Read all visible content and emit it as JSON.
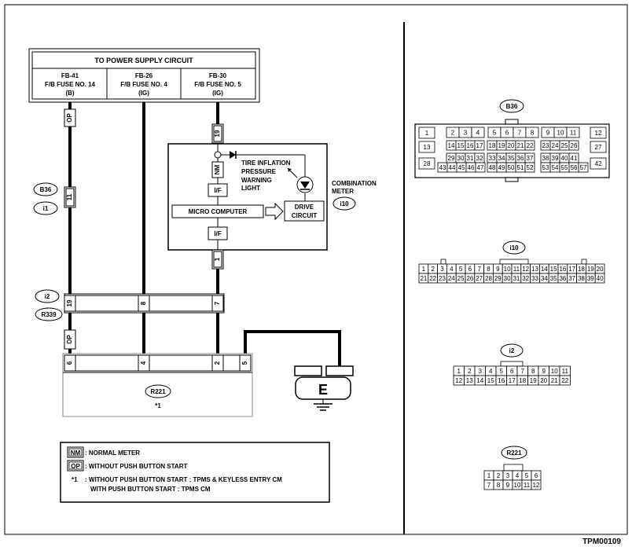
{
  "power": {
    "title": "TO POWER SUPPLY CIRCUIT",
    "fuse1": [
      "FB-41",
      "F/B FUSE NO. 14",
      "(B)"
    ],
    "fuse2": [
      "FB-26",
      "F/B FUSE NO. 4",
      "(IG)"
    ],
    "fuse3": [
      "FB-30",
      "F/B FUSE NO. 5",
      "(IG)"
    ]
  },
  "meter": {
    "title": [
      "COMBINATION",
      "METER"
    ],
    "connector": "i10",
    "light": [
      "TIRE INFLATION",
      "PRESSURE",
      "WARNING",
      "LIGHT"
    ],
    "nm": "NM",
    "if": "I/F",
    "micro": "MICRO COMPUTER",
    "drive": [
      "DRIVE",
      "CIRCUIT"
    ],
    "pin_in": "19",
    "pin_out": "1"
  },
  "wires": {
    "op": "OP",
    "b36": "B36",
    "i1": "i1",
    "b36_pin": "11",
    "i2": "i2",
    "r339": "R339",
    "i2_pins": [
      "19",
      "8",
      "7"
    ],
    "r221_pins": [
      "6",
      "4",
      "2",
      "5"
    ]
  },
  "r221": {
    "label": "R221",
    "note": "*1"
  },
  "ground": {
    "label": "E"
  },
  "legend": {
    "nm_code": "NM",
    "nm_text": ": NORMAL METER",
    "op_code": "OP",
    "op_text": ": WITHOUT PUSH BUTTON START",
    "star": "*1",
    "line1": ": WITHOUT PUSH BUTTON START  : TPMS & KEYLESS ENTRY CM",
    "line2": "WITH PUSH BUTTON START  : TPMS CM"
  },
  "connectors": {
    "b36": {
      "label": "B36",
      "side_left": [
        "1",
        "13",
        "28"
      ],
      "side_right": [
        "12",
        "27",
        "42"
      ],
      "top": [
        "2",
        "3",
        "4",
        "5",
        "6",
        "7",
        "8",
        "9",
        "10",
        "11"
      ],
      "row2": [
        "14",
        "15",
        "16",
        "17",
        "18",
        "19",
        "20",
        "21",
        "22",
        "23",
        "24",
        "25",
        "26"
      ],
      "row3": [
        "29",
        "30",
        "31",
        "32",
        "33",
        "34",
        "35",
        "36",
        "37",
        "38",
        "39",
        "40",
        "41"
      ],
      "row4": [
        "43",
        "44",
        "45",
        "46",
        "47",
        "48",
        "49",
        "50",
        "51",
        "52",
        "53",
        "54",
        "55",
        "56",
        "57"
      ]
    },
    "i10": {
      "label": "i10",
      "row1": [
        "1",
        "2",
        "3",
        "4",
        "5",
        "6",
        "7",
        "8",
        "9",
        "10",
        "11",
        "12",
        "13",
        "14",
        "15",
        "16",
        "17",
        "18",
        "19",
        "20"
      ],
      "row2": [
        "21",
        "22",
        "23",
        "24",
        "25",
        "26",
        "27",
        "28",
        "29",
        "30",
        "31",
        "32",
        "33",
        "34",
        "35",
        "36",
        "37",
        "38",
        "39",
        "40"
      ]
    },
    "i2": {
      "label": "i2",
      "row1": [
        "1",
        "2",
        "3",
        "4",
        "5",
        "6",
        "7",
        "8",
        "9",
        "10",
        "11"
      ],
      "row2": [
        "12",
        "13",
        "14",
        "15",
        "16",
        "17",
        "18",
        "19",
        "20",
        "21",
        "22"
      ]
    },
    "r221": {
      "label": "R221",
      "row1": [
        "1",
        "2",
        "3",
        "4",
        "5",
        "6"
      ],
      "row2": [
        "7",
        "8",
        "9",
        "10",
        "11",
        "12"
      ]
    }
  },
  "code": "TPM00109"
}
